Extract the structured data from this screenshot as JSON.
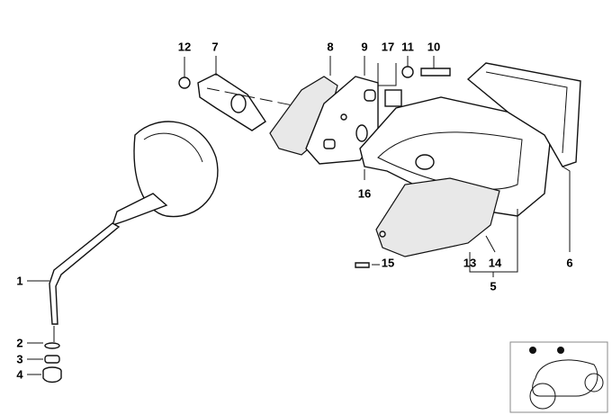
{
  "diagram": {
    "part_labels": [
      {
        "id": "1",
        "label": "1"
      },
      {
        "id": "2",
        "label": "2"
      },
      {
        "id": "3",
        "label": "3"
      },
      {
        "id": "4",
        "label": "4"
      },
      {
        "id": "5",
        "label": "5"
      },
      {
        "id": "6",
        "label": "6"
      },
      {
        "id": "7",
        "label": "7"
      },
      {
        "id": "8",
        "label": "8"
      },
      {
        "id": "9",
        "label": "9"
      },
      {
        "id": "10",
        "label": "10"
      },
      {
        "id": "11",
        "label": "11"
      },
      {
        "id": "12",
        "label": "12"
      },
      {
        "id": "13",
        "label": "13"
      },
      {
        "id": "14",
        "label": "14"
      },
      {
        "id": "15",
        "label": "15"
      },
      {
        "id": "16",
        "label": "16"
      },
      {
        "id": "17",
        "label": "17"
      }
    ],
    "thumbnail": "motorcycle-location-thumbnail"
  }
}
